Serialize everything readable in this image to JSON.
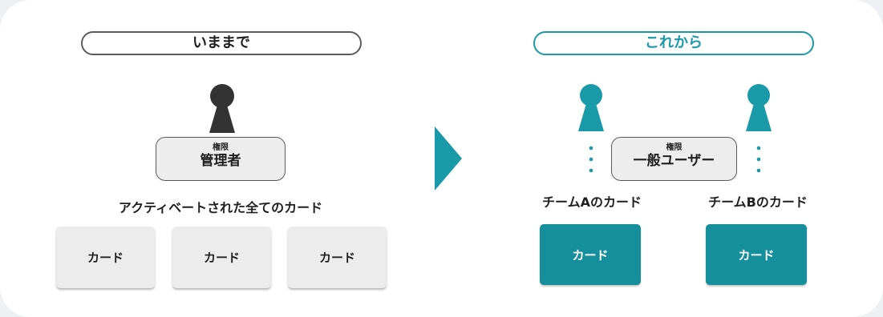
{
  "colors": {
    "teal": "#1a9aa8",
    "dark": "#333333",
    "card_teal": "#158f9b",
    "card_gray": "#ececec"
  },
  "left": {
    "title": "いままで",
    "role_label": "権限",
    "role_name": "管理者",
    "caption": "アクティベートされた全てのカード",
    "cards": [
      "カード",
      "カード",
      "カード"
    ]
  },
  "right": {
    "title": "これから",
    "role_label": "権限",
    "role_name": "一般ユーザー",
    "team_a_caption": "チームAのカード",
    "team_b_caption": "チームBのカード",
    "card_a": "カード",
    "card_b": "カード"
  },
  "icons": {
    "arrow": "play-arrow-icon",
    "person": "person-icon"
  }
}
